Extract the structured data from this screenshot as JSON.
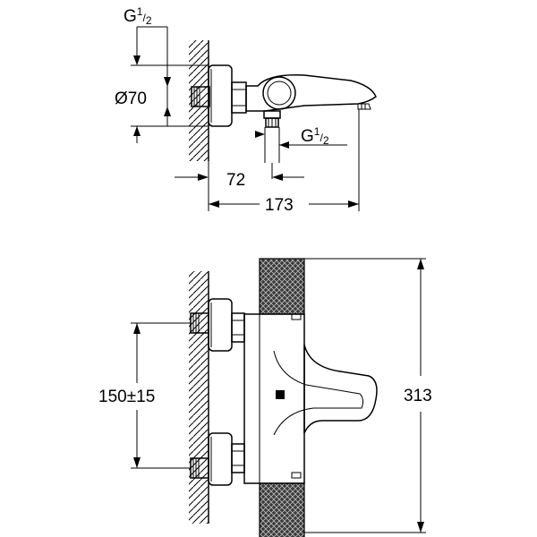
{
  "top_view": {
    "thread_label_top": {
      "main": "G",
      "sup": "1",
      "slash": "/",
      "sub": "2"
    },
    "diameter_label": "Ø70",
    "thread_label_outlet": {
      "main": "G",
      "sup": "1",
      "slash": "/",
      "sub": "2"
    },
    "dim_outlet_offset": "72",
    "dim_total_depth": "173"
  },
  "front_view": {
    "dim_inlet_spacing": "150±15",
    "dim_total_height": "313"
  },
  "colors": {
    "line": "#000000",
    "background": "#ffffff",
    "knob_fill": "#505050"
  }
}
